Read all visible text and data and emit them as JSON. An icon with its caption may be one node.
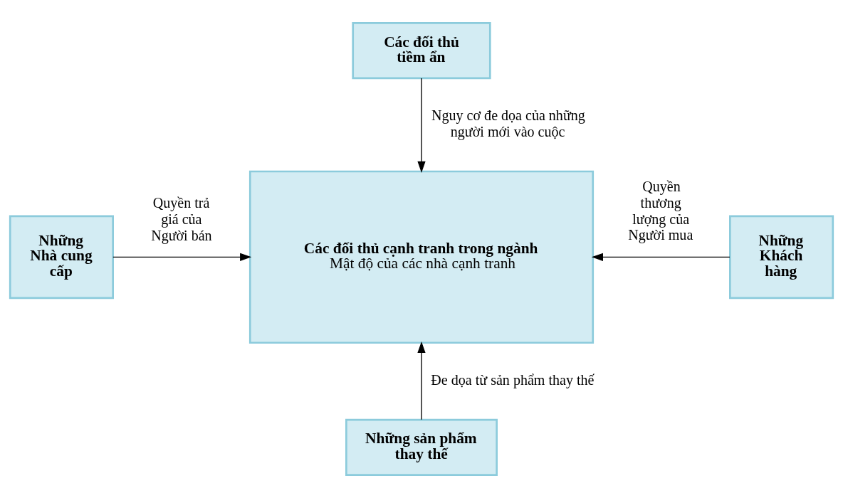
{
  "diagram": {
    "nodes": [
      {
        "text": [
          "Các đối thủ tiềm ẩn"
        ]
      },
      {
        "text": [
          "Những Nhà cung cấp"
        ]
      },
      {
        "text": [
          "Các đối thủ cạnh tranh trong ngành",
          "Mật độ của các nhà cạnh tranh"
        ]
      },
      {
        "text": [
          "Những Khách hàng"
        ]
      },
      {
        "text": [
          "Những sản phẩm thay thế"
        ]
      }
    ],
    "edges": [
      {
        "from": 0,
        "to": 2,
        "arrow": "to",
        "label": "Nguy cơ đe dọa của những người mới vào cuộc"
      },
      {
        "from": 1,
        "to": 2,
        "arrow": "to",
        "label": "Quyền trả giá của Người bán"
      },
      {
        "from": 3,
        "to": 2,
        "arrow": "to",
        "label": "Quyền thương lượng của Người mua"
      },
      {
        "from": 4,
        "to": 2,
        "arrow": "to",
        "label": "Đe dọa từ sản phẩm thay thế"
      }
    ]
  }
}
